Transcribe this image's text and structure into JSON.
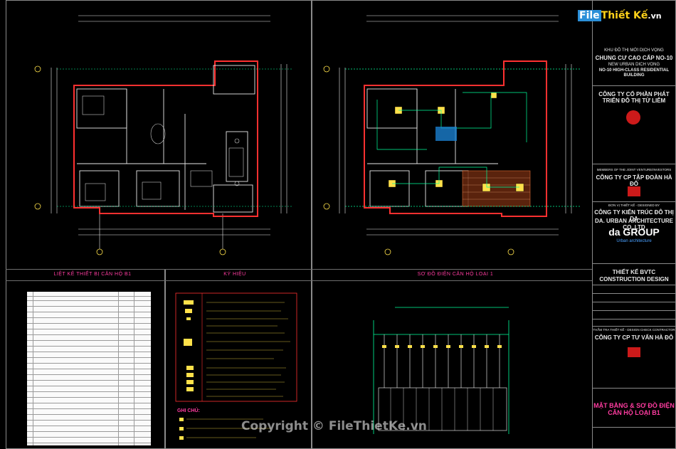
{
  "brand": {
    "part1": "File",
    "part2": "Thiết Kế",
    "suffix": ".vn"
  },
  "sections": {
    "plan_table": "LIỆT KÊ THIẾT BỊ CĂN HỘ B1",
    "legend": "KÝ HIỆU",
    "wiring": "SƠ ĐỒ ĐIỆN CĂN HỘ LOẠI 1"
  },
  "legend": {
    "ghichu": "GHI CHÚ:"
  },
  "title_block": {
    "area_line": "KHU ĐÔ THỊ MỚI DỊCH VỌNG",
    "project_vn": "CHUNG CƯ CAO CẤP NO-10",
    "area_en": "NEW URBAN DICH VONG",
    "project_en": "NO-10 HIGH-CLASS RESIDENTIAL BUILDING",
    "owner": "CÔNG TY CỔ PHẦN PHÁT TRIỂN ĐÔ THỊ TỪ LIÊM",
    "partner_label": "MEMBERS OF THE JOINT VENTURE/INVESTORS",
    "partner": "CÔNG TY CP TẬP ĐOÀN HÀ ĐÔ",
    "designer_label": "ĐƠN VỊ THIẾT KẾ - DESIGNED BY",
    "designer_vn": "CÔNG TY KIẾN TRÚC ĐÔ THỊ DA",
    "designer_en": "DA. URBAN ARCHITECTURE CO.,LTD",
    "da_logo": "da GROUP",
    "da_sub": "Urban architecture",
    "stage_vn": "THIẾT KẾ BVTC",
    "stage_en": "CONSTRUCTION DESIGN",
    "contractor_label": "THẨM TRA THIẾT KẾ - DESIGN CHECK CONTRACTOR",
    "contractor": "CÔNG TY CP TƯ VẤN HÀ ĐÔ",
    "drawing_title": "MẶT BẰNG & SƠ ĐỒ ĐIỆN CĂN HỘ LOẠI B1"
  },
  "watermark": "Copyright © FileThietKe.vn",
  "colors": {
    "background": "#000000",
    "wall": "#ff3030",
    "dim": "#e8e8e8",
    "wire": "#00ff9c",
    "accent": "#ff3ca0",
    "fixture": "#ffe14a"
  }
}
